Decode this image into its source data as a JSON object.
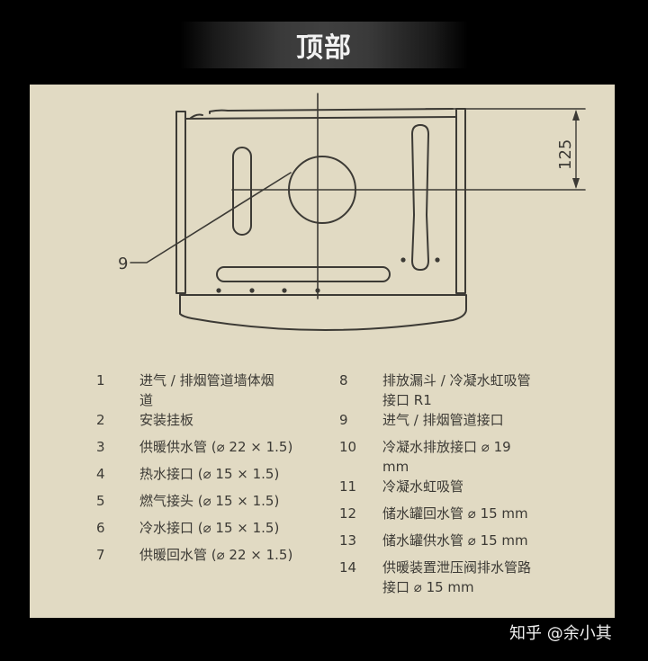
{
  "header": {
    "title": "顶部"
  },
  "diagram": {
    "callout_label": "9",
    "dimension_label": "125",
    "colors": {
      "background": "#e1dac3",
      "line": "#3c3a35",
      "page_background": "#000000"
    }
  },
  "legend": {
    "left": [
      {
        "num": "1",
        "text": "进气 / 排烟管道墙体烟道"
      },
      {
        "num": "2",
        "text": "安装挂板"
      },
      {
        "num": "3",
        "text": "供暖供水管 (⌀ 22 × 1.5)"
      },
      {
        "num": "4",
        "text": "热水接口 (⌀ 15 × 1.5)"
      },
      {
        "num": "5",
        "text": "燃气接头 (⌀ 15 × 1.5)"
      },
      {
        "num": "6",
        "text": "冷水接口 (⌀ 15 × 1.5)"
      },
      {
        "num": "7",
        "text": "供暖回水管 (⌀ 22 × 1.5)"
      }
    ],
    "right": [
      {
        "num": "8",
        "text": "排放漏斗 / 冷凝水虹吸管接口 R1"
      },
      {
        "num": "9",
        "text": "进气 / 排烟管道接口"
      },
      {
        "num": "10",
        "text": "冷凝水排放接口 ⌀ 19 mm"
      },
      {
        "num": "11",
        "text": "冷凝水虹吸管"
      },
      {
        "num": "12",
        "text": "储水罐回水管 ⌀ 15 mm"
      },
      {
        "num": "13",
        "text": "储水罐供水管 ⌀ 15 mm"
      },
      {
        "num": "14",
        "text": "供暖装置泄压阀排水管路接口 ⌀ 15 mm"
      }
    ]
  },
  "watermark": {
    "text": "知乎 @余小其"
  }
}
